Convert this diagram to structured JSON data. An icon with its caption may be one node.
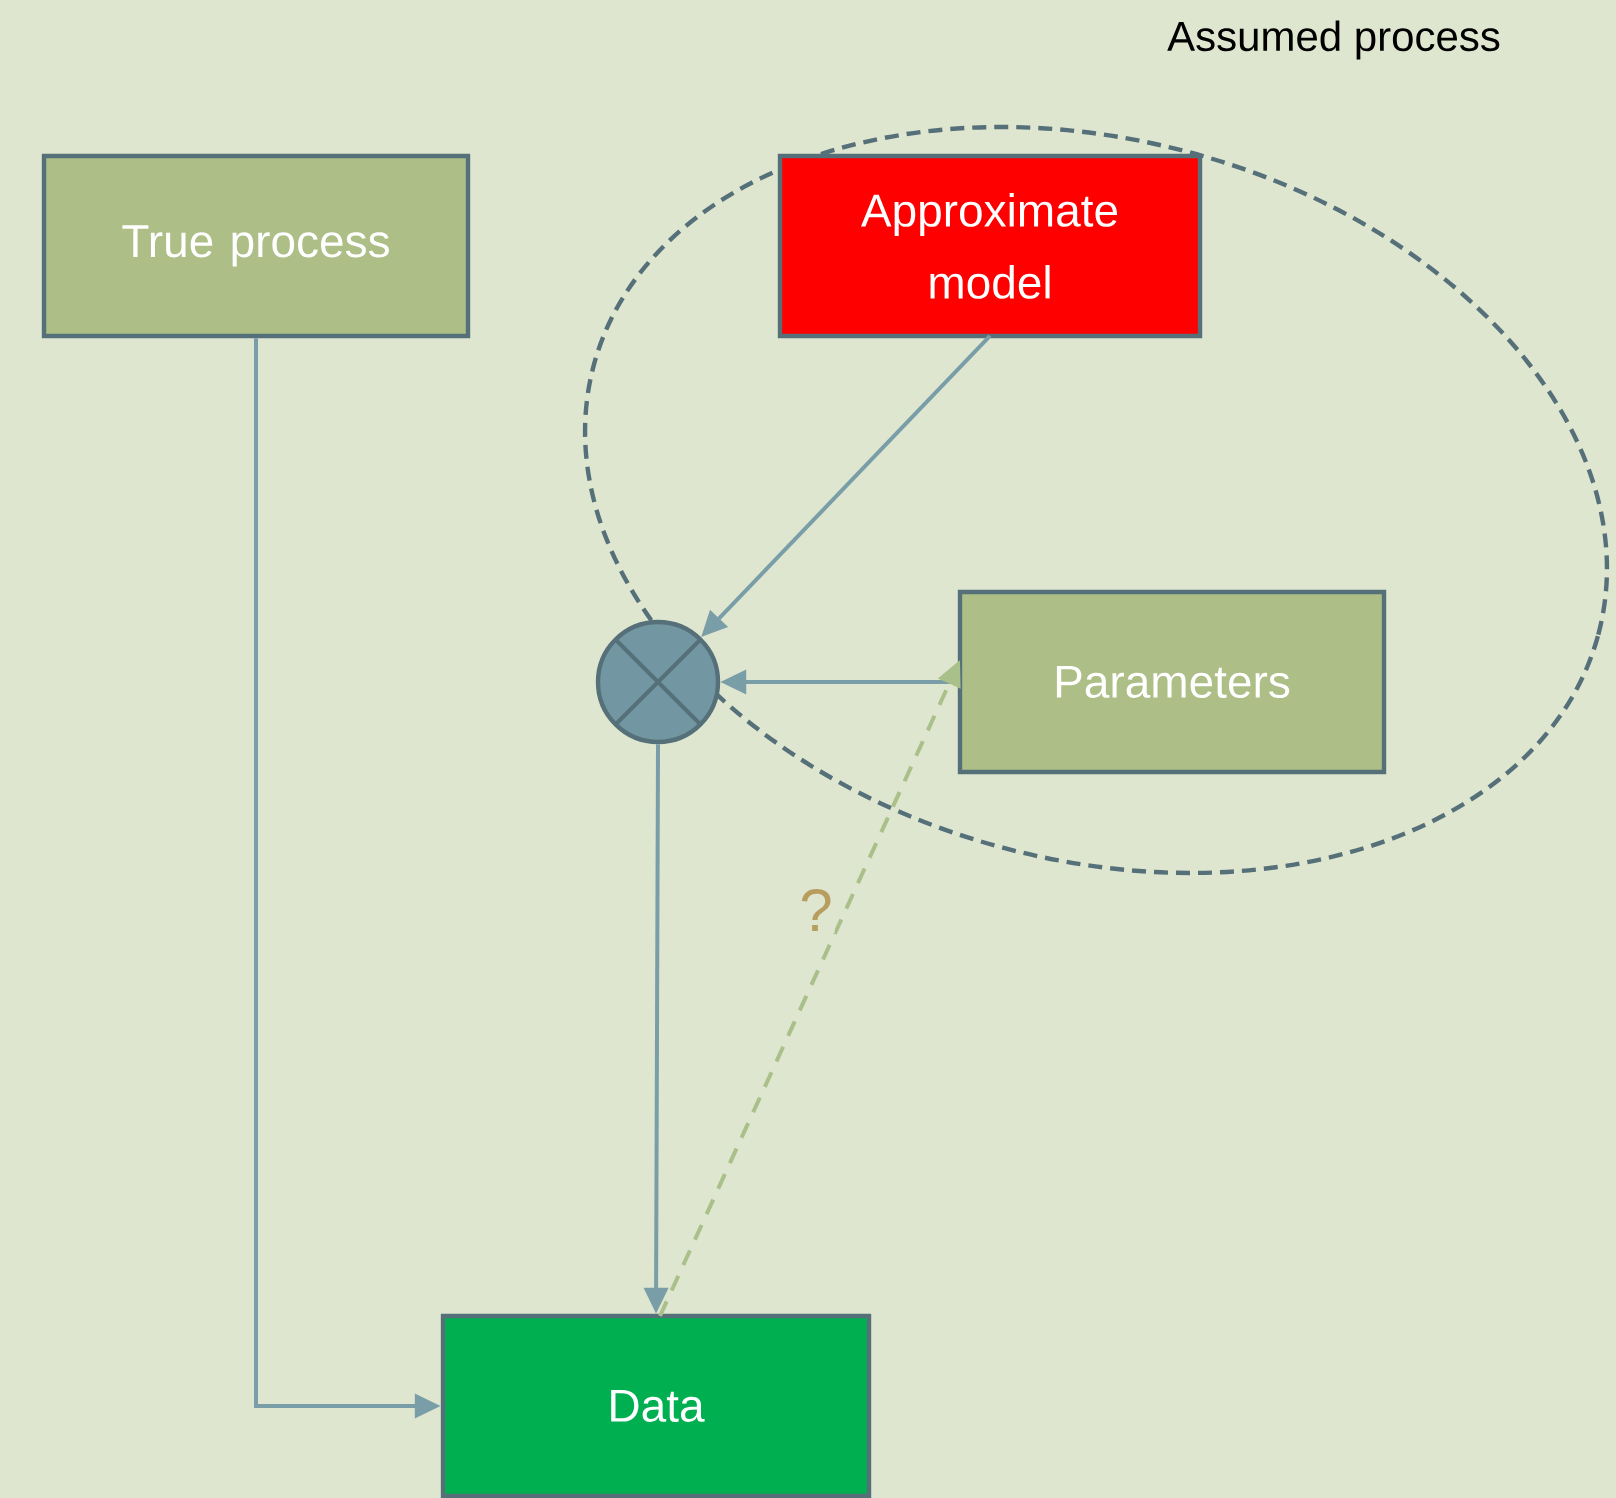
{
  "diagram": {
    "nodes": [
      {
        "text": [
          "Assumed process"
        ]
      },
      {
        "text": [
          "True process"
        ]
      },
      {
        "text": [
          "Approximate model"
        ],
        "in": 0
      },
      {
        "text": [
          "Parameters"
        ],
        "in": 0
      },
      {
        "text": [],
        "shape": "circle"
      },
      {
        "text": [
          "Data"
        ]
      }
    ],
    "edges": [
      {
        "from": 1,
        "to": 5,
        "arrow": "to"
      },
      {
        "from": 2,
        "to": 4,
        "arrow": "to"
      },
      {
        "from": 3,
        "to": 4,
        "arrow": "to"
      },
      {
        "from": 4,
        "to": 5,
        "arrow": "to"
      },
      {
        "from": 5,
        "to": 3,
        "arrow": "to",
        "style": "dashed",
        "color": "#a9c08a",
        "label": "?"
      }
    ]
  }
}
